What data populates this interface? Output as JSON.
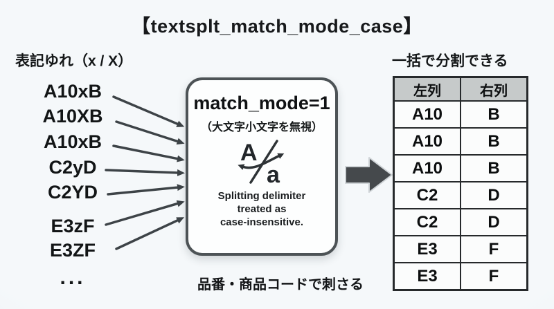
{
  "title": "【textsplt_match_mode_case】",
  "left": {
    "heading": "表記ゆれ（x / X）",
    "items": [
      "A10xB",
      "A10XB",
      "A10xB",
      "C2yD",
      "C2YD",
      "E3zF",
      "E3ZF"
    ],
    "ellipsis": "..."
  },
  "center_box": {
    "line1": "match_mode=1",
    "line2": "（大文字小文字を無視）",
    "icon": "case-swap-icon",
    "icon_letters": {
      "upper": "A",
      "lower": "a"
    },
    "caption_lines": [
      "Splitting delimiter",
      "treated as",
      "case-insensitive."
    ]
  },
  "right": {
    "heading": "一括で分割できる",
    "table": {
      "headers": [
        "左列",
        "右列"
      ],
      "rows": [
        [
          "A10",
          "B"
        ],
        [
          "A10",
          "B"
        ],
        [
          "A10",
          "B"
        ],
        [
          "C2",
          "D"
        ],
        [
          "C2",
          "D"
        ],
        [
          "E3",
          "F"
        ],
        [
          "E3",
          "F"
        ]
      ]
    }
  },
  "footer": "品番・商品コードで刺さる",
  "colors": {
    "background": "#eef3f6",
    "box_border": "#4d5356",
    "arrow": "#3d4347",
    "big_arrow_fill": "#45494c",
    "table_header_bg": "#c6caca",
    "text": "#141718"
  }
}
